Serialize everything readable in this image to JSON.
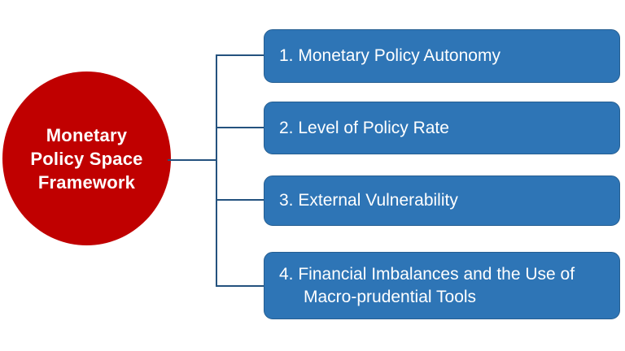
{
  "title": "Monetary Policy Space Framework",
  "circle": {
    "label": "Monetary Policy Space Framework",
    "lines": [
      "Monetary",
      "Policy Space",
      "Framework"
    ]
  },
  "boxes": [
    {
      "label": "1. Monetary Policy Autonomy"
    },
    {
      "label": "2. Level of Policy Rate"
    },
    {
      "label": "3. External Vulnerability"
    },
    {
      "label": "4. Financial Imbalances and the Use of Macro-prudential Tools"
    }
  ],
  "colors": {
    "background": "#FFFFFF",
    "circle_fill": "#C00000",
    "circle_text": "#FFFFFF",
    "box_fill": "#2E75B6",
    "box_border": "#255E91",
    "box_text": "#FFFFFF",
    "connector": "#24527E"
  }
}
